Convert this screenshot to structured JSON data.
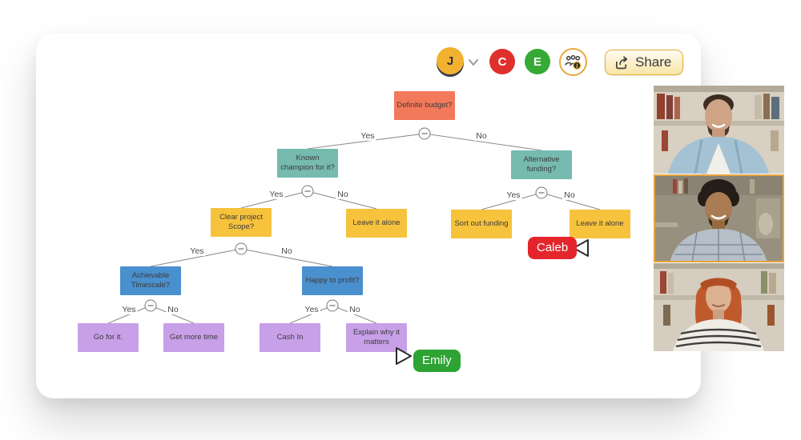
{
  "toolbar": {
    "avatars": [
      {
        "initial": "J",
        "color": "#F2B12F"
      },
      {
        "initial": "C",
        "color": "#E0302C"
      },
      {
        "initial": "E",
        "color": "#36A936"
      }
    ],
    "collaborators_icon": "people-info-icon",
    "share_label": "Share",
    "accent_yellow": "#E8A93B"
  },
  "tree": {
    "nodes": [
      {
        "id": "definite-budget",
        "label": "Definite budget?",
        "color": "#F3795B"
      },
      {
        "id": "known-champion",
        "label": "Known champion for it?",
        "color": "#76BAB0"
      },
      {
        "id": "alternative-funding",
        "label": "Alternative funding?",
        "color": "#76BAB0"
      },
      {
        "id": "clear-project-scope",
        "label": "Clear project Scope?",
        "color": "#F7C23C"
      },
      {
        "id": "leave-it-alone-left",
        "label": "Leave it alone",
        "color": "#F7C23C"
      },
      {
        "id": "sort-out-funding",
        "label": "Sort out funding",
        "color": "#F7C23C"
      },
      {
        "id": "leave-it-alone-right",
        "label": "Leave it alone",
        "color": "#F7C23C"
      },
      {
        "id": "achievable-timescale",
        "label": "Achievable Timescale?",
        "color": "#4A8FCE"
      },
      {
        "id": "happy-to-profit",
        "label": "Happy to profit?",
        "color": "#4A8FCE"
      },
      {
        "id": "go-for-it",
        "label": "Go for it.",
        "color": "#C7A0E8"
      },
      {
        "id": "get-more-time",
        "label": "Get more time",
        "color": "#C7A0E8"
      },
      {
        "id": "cash-in",
        "label": "Cash In",
        "color": "#C7A0E8"
      },
      {
        "id": "explain-why-it-matters",
        "label": "Explain why it matters",
        "color": "#C7A0E8"
      }
    ],
    "edge_labels": [
      {
        "text": "Yes"
      },
      {
        "text": "No"
      },
      {
        "text": "Yes"
      },
      {
        "text": "No"
      },
      {
        "text": "Yes"
      },
      {
        "text": "No"
      },
      {
        "text": "Yes"
      },
      {
        "text": "No"
      },
      {
        "text": "Yes"
      },
      {
        "text": "No"
      },
      {
        "text": "Yes"
      },
      {
        "text": "No"
      }
    ]
  },
  "cursors": [
    {
      "name": "Caleb",
      "color": "#E4252B"
    },
    {
      "name": "Emily",
      "color": "#2DA334"
    }
  ],
  "video_call": {
    "participants": [
      {
        "description": "man with beard in blue denim shirt",
        "active": false
      },
      {
        "description": "man with curly hair in plaid shirt",
        "active": true
      },
      {
        "description": "woman with red hair in striped top",
        "active": false
      }
    ],
    "active_border_color": "#E8A33D"
  }
}
